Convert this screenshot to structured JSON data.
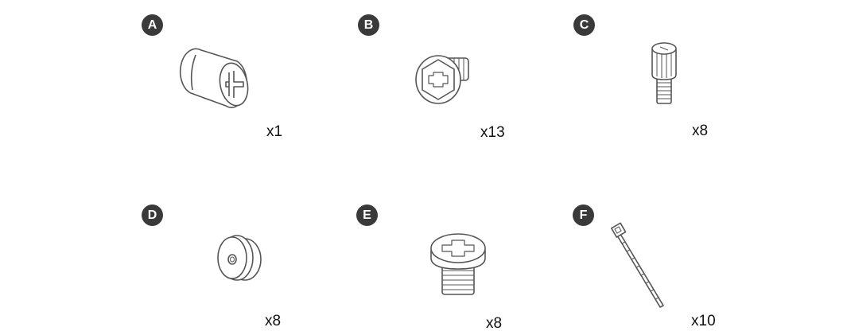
{
  "parts": [
    {
      "letter": "A",
      "quantity": "x1",
      "icon": "barrel-nut-icon"
    },
    {
      "letter": "B",
      "quantity": "x13",
      "icon": "hex-washer-screw-icon"
    },
    {
      "letter": "C",
      "quantity": "x8",
      "icon": "thumb-screw-icon"
    },
    {
      "letter": "D",
      "quantity": "x8",
      "icon": "grommet-icon"
    },
    {
      "letter": "E",
      "quantity": "x8",
      "icon": "pan-head-screw-icon"
    },
    {
      "letter": "F",
      "quantity": "x10",
      "icon": "cable-tie-icon"
    }
  ],
  "colors": {
    "badge": "#3a3a3a",
    "line": "#555555",
    "fill": "#ffffff"
  }
}
